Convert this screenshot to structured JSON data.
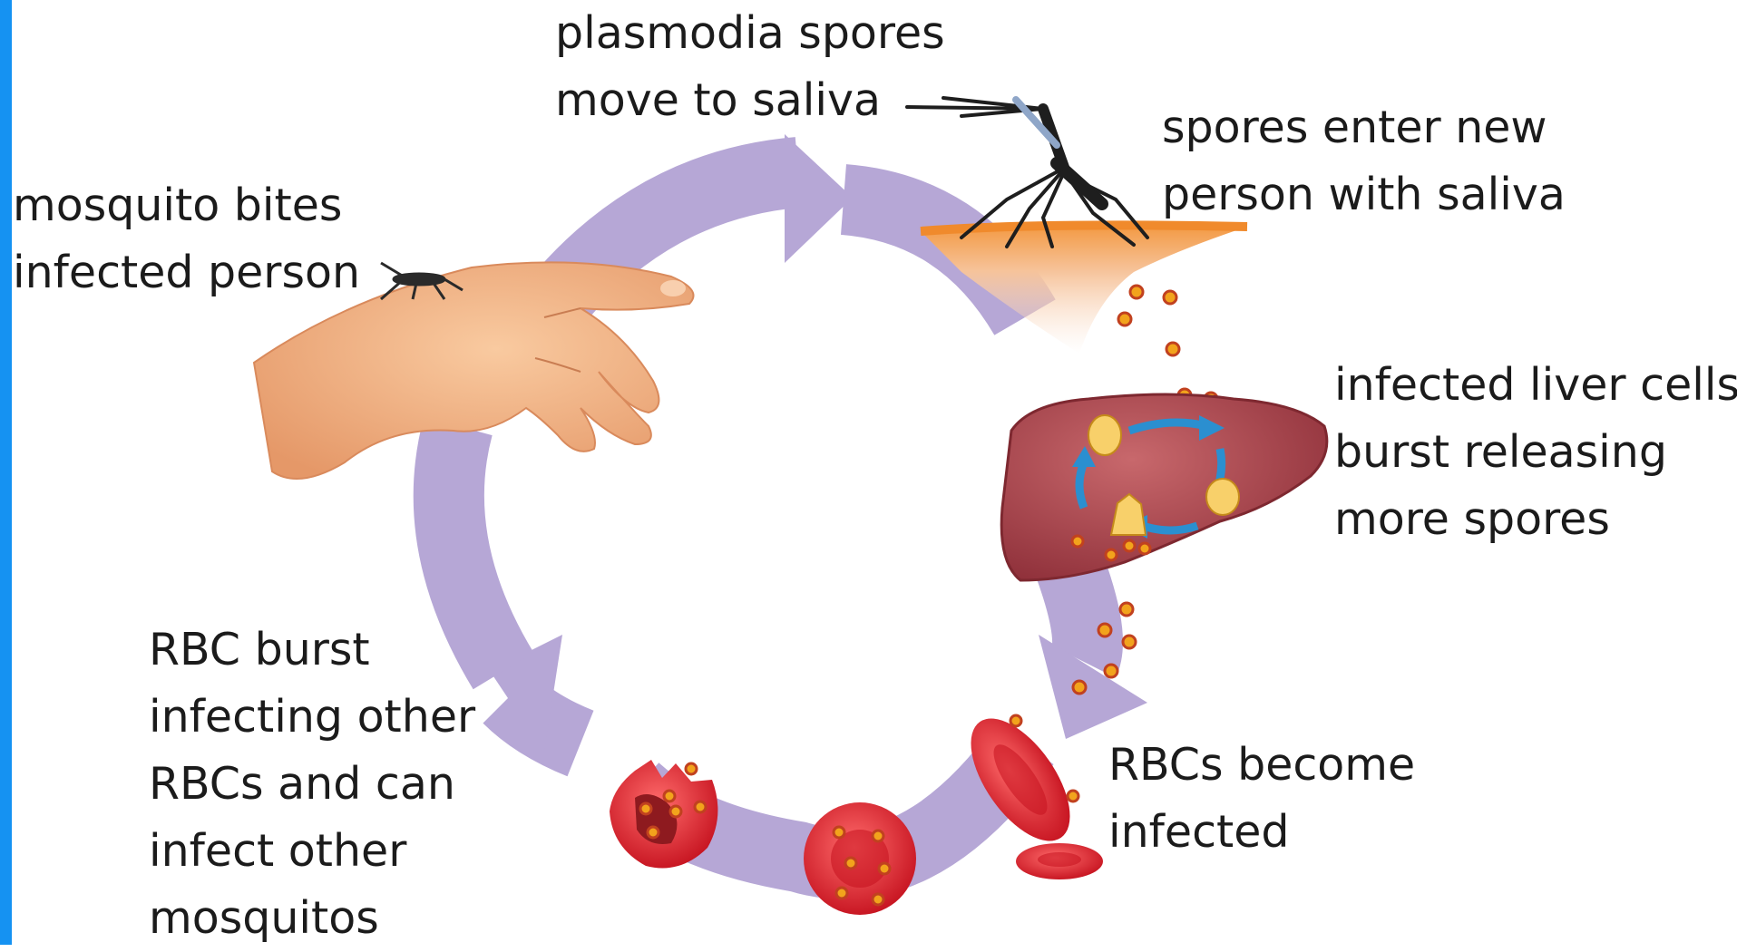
{
  "colors": {
    "accent_bar": "#1592f2",
    "cycle_arrow": "#b6a7d6",
    "skin": "#f3b07a",
    "liver": "#a8424a",
    "red_blood_cell": "#e3242f",
    "spore": "#f2a31c",
    "liver_cycle_arrow": "#2b8fd0"
  },
  "icons": {
    "vector": "mosquito-icon",
    "host": "hand-icon",
    "organ": "liver-icon",
    "blood": "red-blood-cell-icon"
  },
  "labels": {
    "spores_to_saliva": [
      "plasmodia spores",
      "move to saliva"
    ],
    "mosquito_bites": [
      "mosquito bites",
      "infected person"
    ],
    "spores_enter": [
      "spores enter new",
      "person with saliva"
    ],
    "liver_burst": [
      "infected liver cells",
      "burst releasing",
      "more spores"
    ],
    "rbc_infected": [
      "RBCs become",
      "infected"
    ],
    "rbc_burst": [
      "RBC burst",
      "infecting other",
      "RBCs and can",
      "infect other",
      "mosquitos"
    ]
  }
}
